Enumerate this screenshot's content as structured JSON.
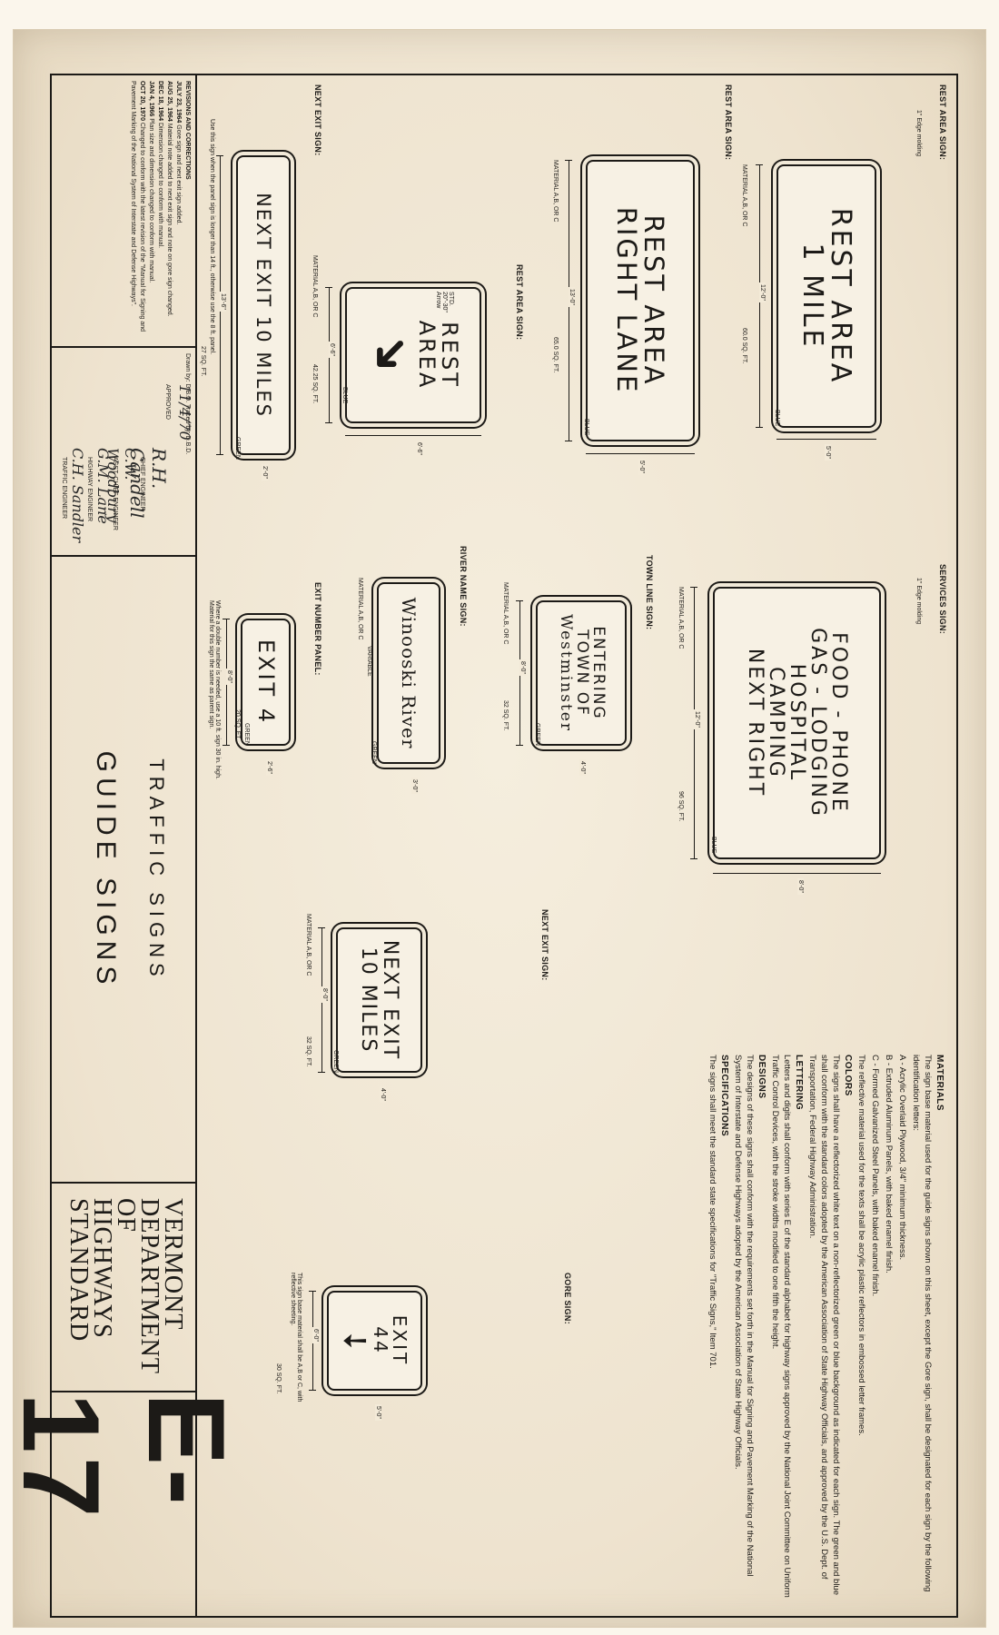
{
  "signs": {
    "ra1": {
      "caption": "REST AREA SIGN:",
      "line1": "REST AREA",
      "line2": "1 MILE",
      "material": "MATERIAL A,B, OR C",
      "area": "60.0 SQ. FT.",
      "width": "12'-0\"",
      "height": "5'-0\"",
      "color": "BLUE"
    },
    "ra2": {
      "caption": "REST AREA SIGN:",
      "line1": "REST AREA",
      "line2": "RIGHT LANE",
      "material": "MATERIAL A,B, OR C",
      "area": "65.0 SQ. FT.",
      "width": "13'-0\"",
      "height": "5'-0\"",
      "color": "BLUE"
    },
    "ra3": {
      "caption": "REST AREA SIGN:",
      "line1": "REST",
      "line2": "AREA",
      "material": "MATERIAL A,B, OR C",
      "area": "42.25 SQ. FT.",
      "width": "6'-6\"",
      "height": "6'-6\"",
      "color": "BLUE",
      "arrow": "STD. 20\"-30\" Arrow"
    },
    "ne1": {
      "caption": "NEXT EXIT SIGN:",
      "line1": "NEXT EXIT 10 MILES",
      "material": "MATERIAL A,B, OR C",
      "area": "27 SQ. FT.",
      "width": "13'-6\"",
      "height": "2'-0\"",
      "color": "GREEN",
      "note": "Use this sign when the panel sign is longer than 14 ft., otherwise use the 8 ft. panel.",
      "note2": "Next Exit Sign"
    },
    "sv": {
      "caption": "SERVICES SIGN:",
      "l1": "FOOD - PHONE",
      "l2": "GAS - LODGING",
      "l3": "HOSPITAL",
      "l4": "CAMPING",
      "l5": "NEXT RIGHT",
      "material": "MATERIAL A,B, OR C",
      "area": "96 SQ. FT.",
      "width": "12'-0\"",
      "height": "8'-0\"",
      "color": "BLUE"
    },
    "tl": {
      "caption": "TOWN LINE SIGN:",
      "l1": "ENTERING",
      "l2": "TOWN OF",
      "l3": "Westminster",
      "material": "MATERIAL A,B, OR C",
      "area": "32 SQ. FT.",
      "width": "8'-0\"",
      "height": "4'-0\"",
      "color": "GREEN"
    },
    "rn": {
      "caption": "RIVER NAME SIGN:",
      "l1": "Winooski River",
      "material": "MATERIAL A,B, OR C",
      "width": "VARIABLE",
      "height": "3'-0\"",
      "color": "GREEN"
    },
    "ep": {
      "caption": "EXIT NUMBER PANEL:",
      "l1": "EXIT 4",
      "material": "MATERIAL A,B, OR C",
      "area": "20 SQ. FT.",
      "width": "8'-0\"",
      "height": "2'-6\"",
      "color": "GREEN",
      "note": "Where a double number is needed, use a 10 ft. sign 30 in. high. Material for this sign the same as parent sign."
    },
    "ne2": {
      "caption": "NEXT EXIT SIGN:",
      "l1": "NEXT EXIT",
      "l2": "10 MILES",
      "material": "MATERIAL A,B, OR C",
      "area": "32 SQ. FT.",
      "width": "8'-0\"",
      "height": "4'-0\"",
      "color": "GREEN"
    },
    "gore": {
      "caption": "GORE SIGN:",
      "l1": "EXIT",
      "l2": "44",
      "note": "This sign base material shall be A,B or C, with reflective sheeting.",
      "area": "30 SQ. FT.",
      "width": "6'-0\"",
      "height": "5'-0\""
    }
  },
  "edge_label": "1\" Edge molding",
  "notes": {
    "materials_h": "MATERIALS",
    "materials_p": "The sign base material used for the guide signs shown on this sheet, except the Gore sign, shall be designated for each sign by the following identification letters:",
    "a": "A - Acrylic Overlaid Plywood, 3/4\" minimum thickness.",
    "b": "B - Extruded Aluminum Panels, with baked enamel finish.",
    "c": "C - Formed Galvanized Steel Panels, with baked enamel finish.",
    "refl": "The reflective material used for the texts shall be acrylic plastic reflectors in embossed letter frames.",
    "colors_h": "COLORS",
    "colors_p": "The signs shall have a reflectorized white text on a non-reflectorized green or blue background as indicated for each sign. The green and blue shall conform with the standard colors adopted by the American Association of State Highway Officials, and approved by the U.S. Dept. of Transportation, Federal Highway Administration.",
    "lettering_h": "LETTERING",
    "lettering_p": "Letters and digits shall conform with series E of the standard alphabet for highway signs approved by the National Joint Committee on Uniform Traffic Control Devices, with the stroke widths modified to one fifth the height.",
    "designs_h": "DESIGNS",
    "designs_p": "The designs of these signs shall conform with the requirements set forth in the Manual for Signing and Pavement Marking of the National System of Interstate and Defense Highways adopted by the American Association of State Highway Officials.",
    "spec_h": "SPECIFICATIONS",
    "spec_p": "The signs shall meet the standard state specifications for \"Traffic Signs,\" Item 701."
  },
  "revisions": {
    "title": "REVISIONS AND CORRECTIONS",
    "rows": [
      {
        "date": "JULY 23, 1964",
        "text": "Gore sign and next exit sign added."
      },
      {
        "date": "AUG 25, 1964",
        "text": "Material note added to next exit sign and note on gore sign changed."
      },
      {
        "date": "DEC 18, 1964",
        "text": "Dimension changed to conform with manual."
      },
      {
        "date": "JAN 4, 1966",
        "text": "Plan size and dimension changed to conform with manual."
      },
      {
        "date": "OCT 20, 1970",
        "text": "Changed to conform with the latest revision of the \"Manual for Signing and Pavement Marking of the National System of Interstate and Defense Highways\"."
      }
    ],
    "drawn": "Drawn by: D.B.D. Traced by: D.B.D."
  },
  "approval": {
    "date": "11/4/70",
    "approved": "APPROVED",
    "sig1": "R.H. Candell",
    "t1": "CHIEF ENGINEER",
    "sig2": "C.W. Woodbury",
    "t2": "ASST. CHIEF ENGINEER",
    "sig3": "G.M. Lane",
    "t3": "HIGHWAY ENGINEER",
    "sig4": "C.H. Sandler",
    "t4": "TRAFFIC ENGINEER"
  },
  "title": {
    "l1": "TRAFFIC SIGNS",
    "l2": "GUIDE SIGNS"
  },
  "agency": {
    "l1": "VERMONT",
    "l2": "DEPARTMENT",
    "l3": "OF HIGHWAYS",
    "l4": "STANDARD"
  },
  "sheet_no": "E-17"
}
